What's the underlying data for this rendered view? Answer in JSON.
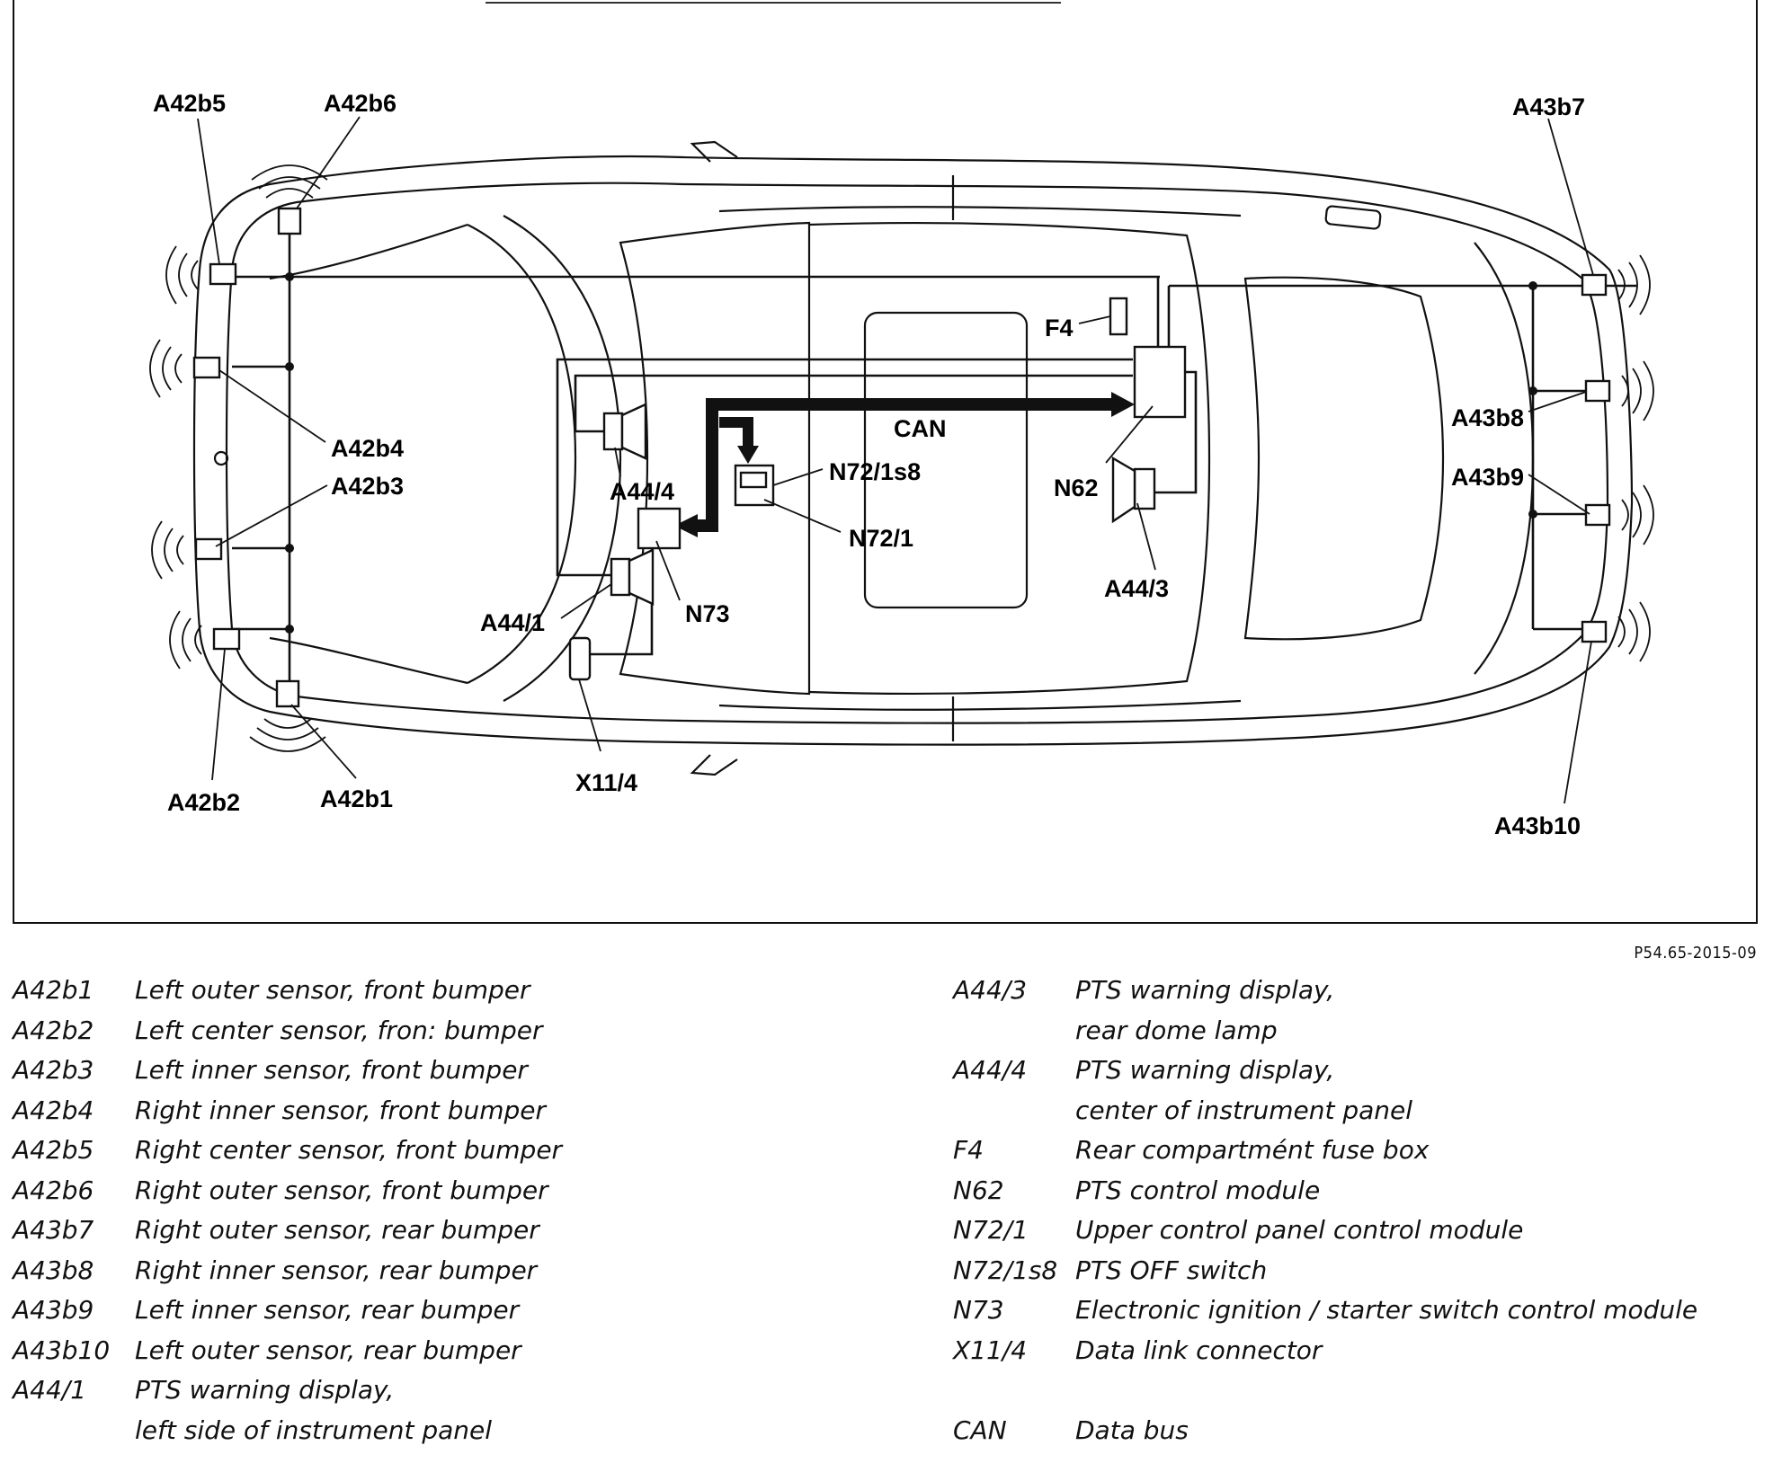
{
  "figure_id": "P54.65-2015-09",
  "diagram_labels": {
    "A42b5": "A42b5",
    "A42b6": "A42b6",
    "A43b7": "A43b7",
    "A42b4": "A42b4",
    "A42b3": "A42b3",
    "A43b8": "A43b8",
    "A43b9": "A43b9",
    "F4": "F4",
    "CAN": "CAN",
    "N72_1s8": "N72/1s8",
    "N62": "N62",
    "A44_4": "A44/4",
    "N72_1": "N72/1",
    "A44_1": "A44/1",
    "N73": "N73",
    "A44_3": "A44/3",
    "X11_4": "X11/4",
    "A42b2": "A42b2",
    "A42b1": "A42b1",
    "A43b10": "A43b10"
  },
  "legend_left": [
    {
      "code": "A42b1",
      "desc": "Left outer sensor, front bumper"
    },
    {
      "code": "A42b2",
      "desc": "Left center sensor, fron: bumper"
    },
    {
      "code": "A42b3",
      "desc": "Left inner sensor, front bumper"
    },
    {
      "code": "A42b4",
      "desc": "Right inner sensor, front bumper"
    },
    {
      "code": "A42b5",
      "desc": "Right center sensor, front bumper"
    },
    {
      "code": "A42b6",
      "desc": "Right outer sensor, front bumper"
    },
    {
      "code": "A43b7",
      "desc": "Right outer sensor, rear bumper"
    },
    {
      "code": "A43b8",
      "desc": "Right inner sensor, rear bumper"
    },
    {
      "code": "A43b9",
      "desc": "Left inner sensor, rear bumper"
    },
    {
      "code": "A43b10",
      "desc": "Left outer sensor, rear bumper"
    },
    {
      "code": "A44/1",
      "desc": "PTS warning display,"
    },
    {
      "code": "",
      "desc": "left side of instrument panel"
    }
  ],
  "legend_right": [
    {
      "code": "A44/3",
      "desc": "PTS warning display,"
    },
    {
      "code": "",
      "desc": "rear dome lamp"
    },
    {
      "code": "A44/4",
      "desc": "PTS warning display,"
    },
    {
      "code": "",
      "desc": "center of instrument panel"
    },
    {
      "code": "F4",
      "desc": "Rear compartmént fuse box"
    },
    {
      "code": "N62",
      "desc": "PTS control module"
    },
    {
      "code": "N72/1",
      "desc": "Upper control panel control module"
    },
    {
      "code": "N72/1s8",
      "desc": "PTS OFF switch"
    },
    {
      "code": "N73",
      "desc": "Electronic ignition / starter switch control module"
    },
    {
      "code": "X11/4",
      "desc": "Data link connector"
    },
    {
      "code": "",
      "desc": ""
    },
    {
      "code": "CAN",
      "desc": "Data bus"
    }
  ]
}
